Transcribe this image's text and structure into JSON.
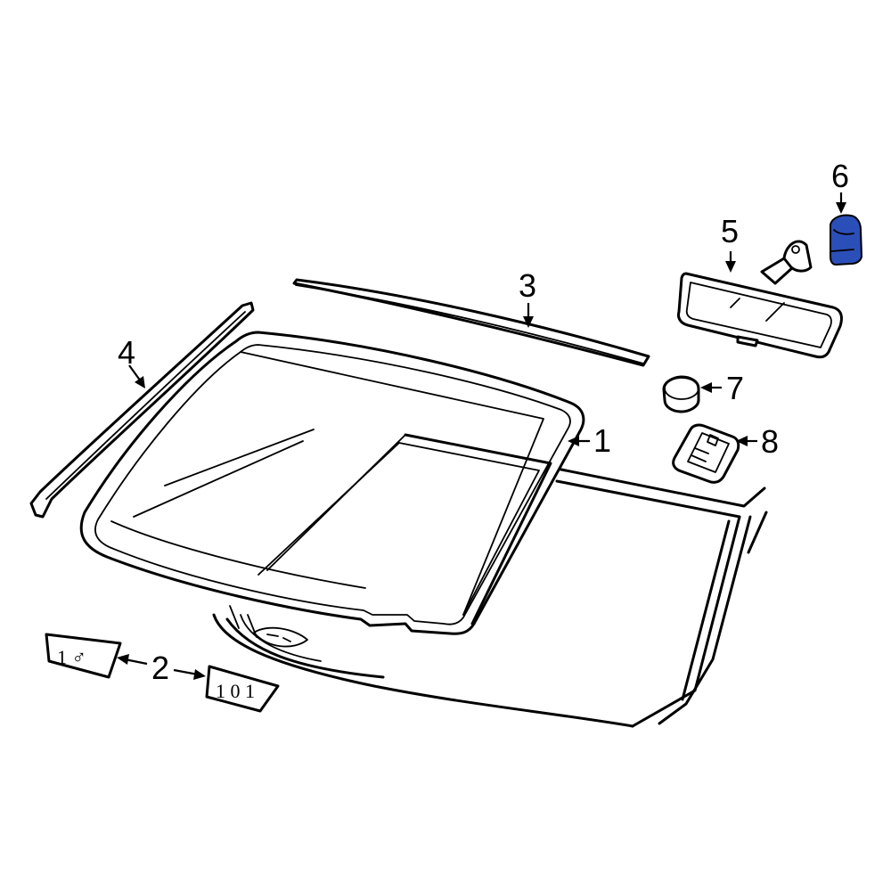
{
  "callouts": [
    {
      "id": "1",
      "label": "1"
    },
    {
      "id": "2",
      "label": "2"
    },
    {
      "id": "3",
      "label": "3"
    },
    {
      "id": "4",
      "label": "4"
    },
    {
      "id": "5",
      "label": "5"
    },
    {
      "id": "6",
      "label": "6"
    },
    {
      "id": "7",
      "label": "7"
    },
    {
      "id": "8",
      "label": "8"
    }
  ],
  "highlight_color": "#2b4fb8",
  "sticker_left_text": "1 ♂",
  "sticker_right_text": "1 0 1"
}
